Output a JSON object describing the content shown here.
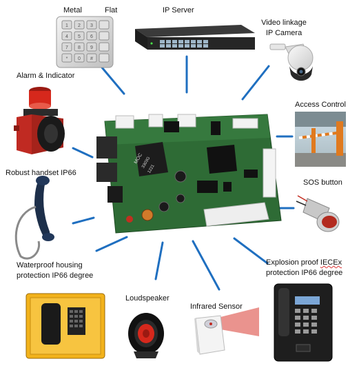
{
  "labels": {
    "metal": "Metal",
    "flat": "Flat",
    "ip_server": "IP Server",
    "video_line1": "Video linkage",
    "video_line2": "IP Camera",
    "alarm": "Alarm & Indicator",
    "access": "Access Control",
    "robust": "Robust handset IP66",
    "sos": "SOS button",
    "waterproof_line1": "Waterproof housing",
    "waterproof_line2": "protection IP66 degree",
    "explosion_line1_a": "Explosion proof ",
    "explosion_line1_b": "IECEx",
    "explosion_line2": "protection IP66 degree",
    "loudspeaker": "Loudspeaker",
    "infrared": "Infrared Sensor"
  },
  "board_text": {
    "chip_label_1": "MOC",
    "chip_label_2": "3303G",
    "chip_label_3": "1221"
  },
  "keypad_keys": [
    "1",
    "2",
    "3",
    "",
    "4",
    "5",
    "6",
    "",
    "7",
    "8",
    "9",
    "",
    "*",
    "0",
    "#",
    ""
  ],
  "colors": {
    "connector_line": "#1f6fc0",
    "board_green": "#2e6b35",
    "alarm_red": "#c8281e",
    "housing_yellow": "#f2b21b",
    "barrier_orange": "#e07a1f"
  }
}
